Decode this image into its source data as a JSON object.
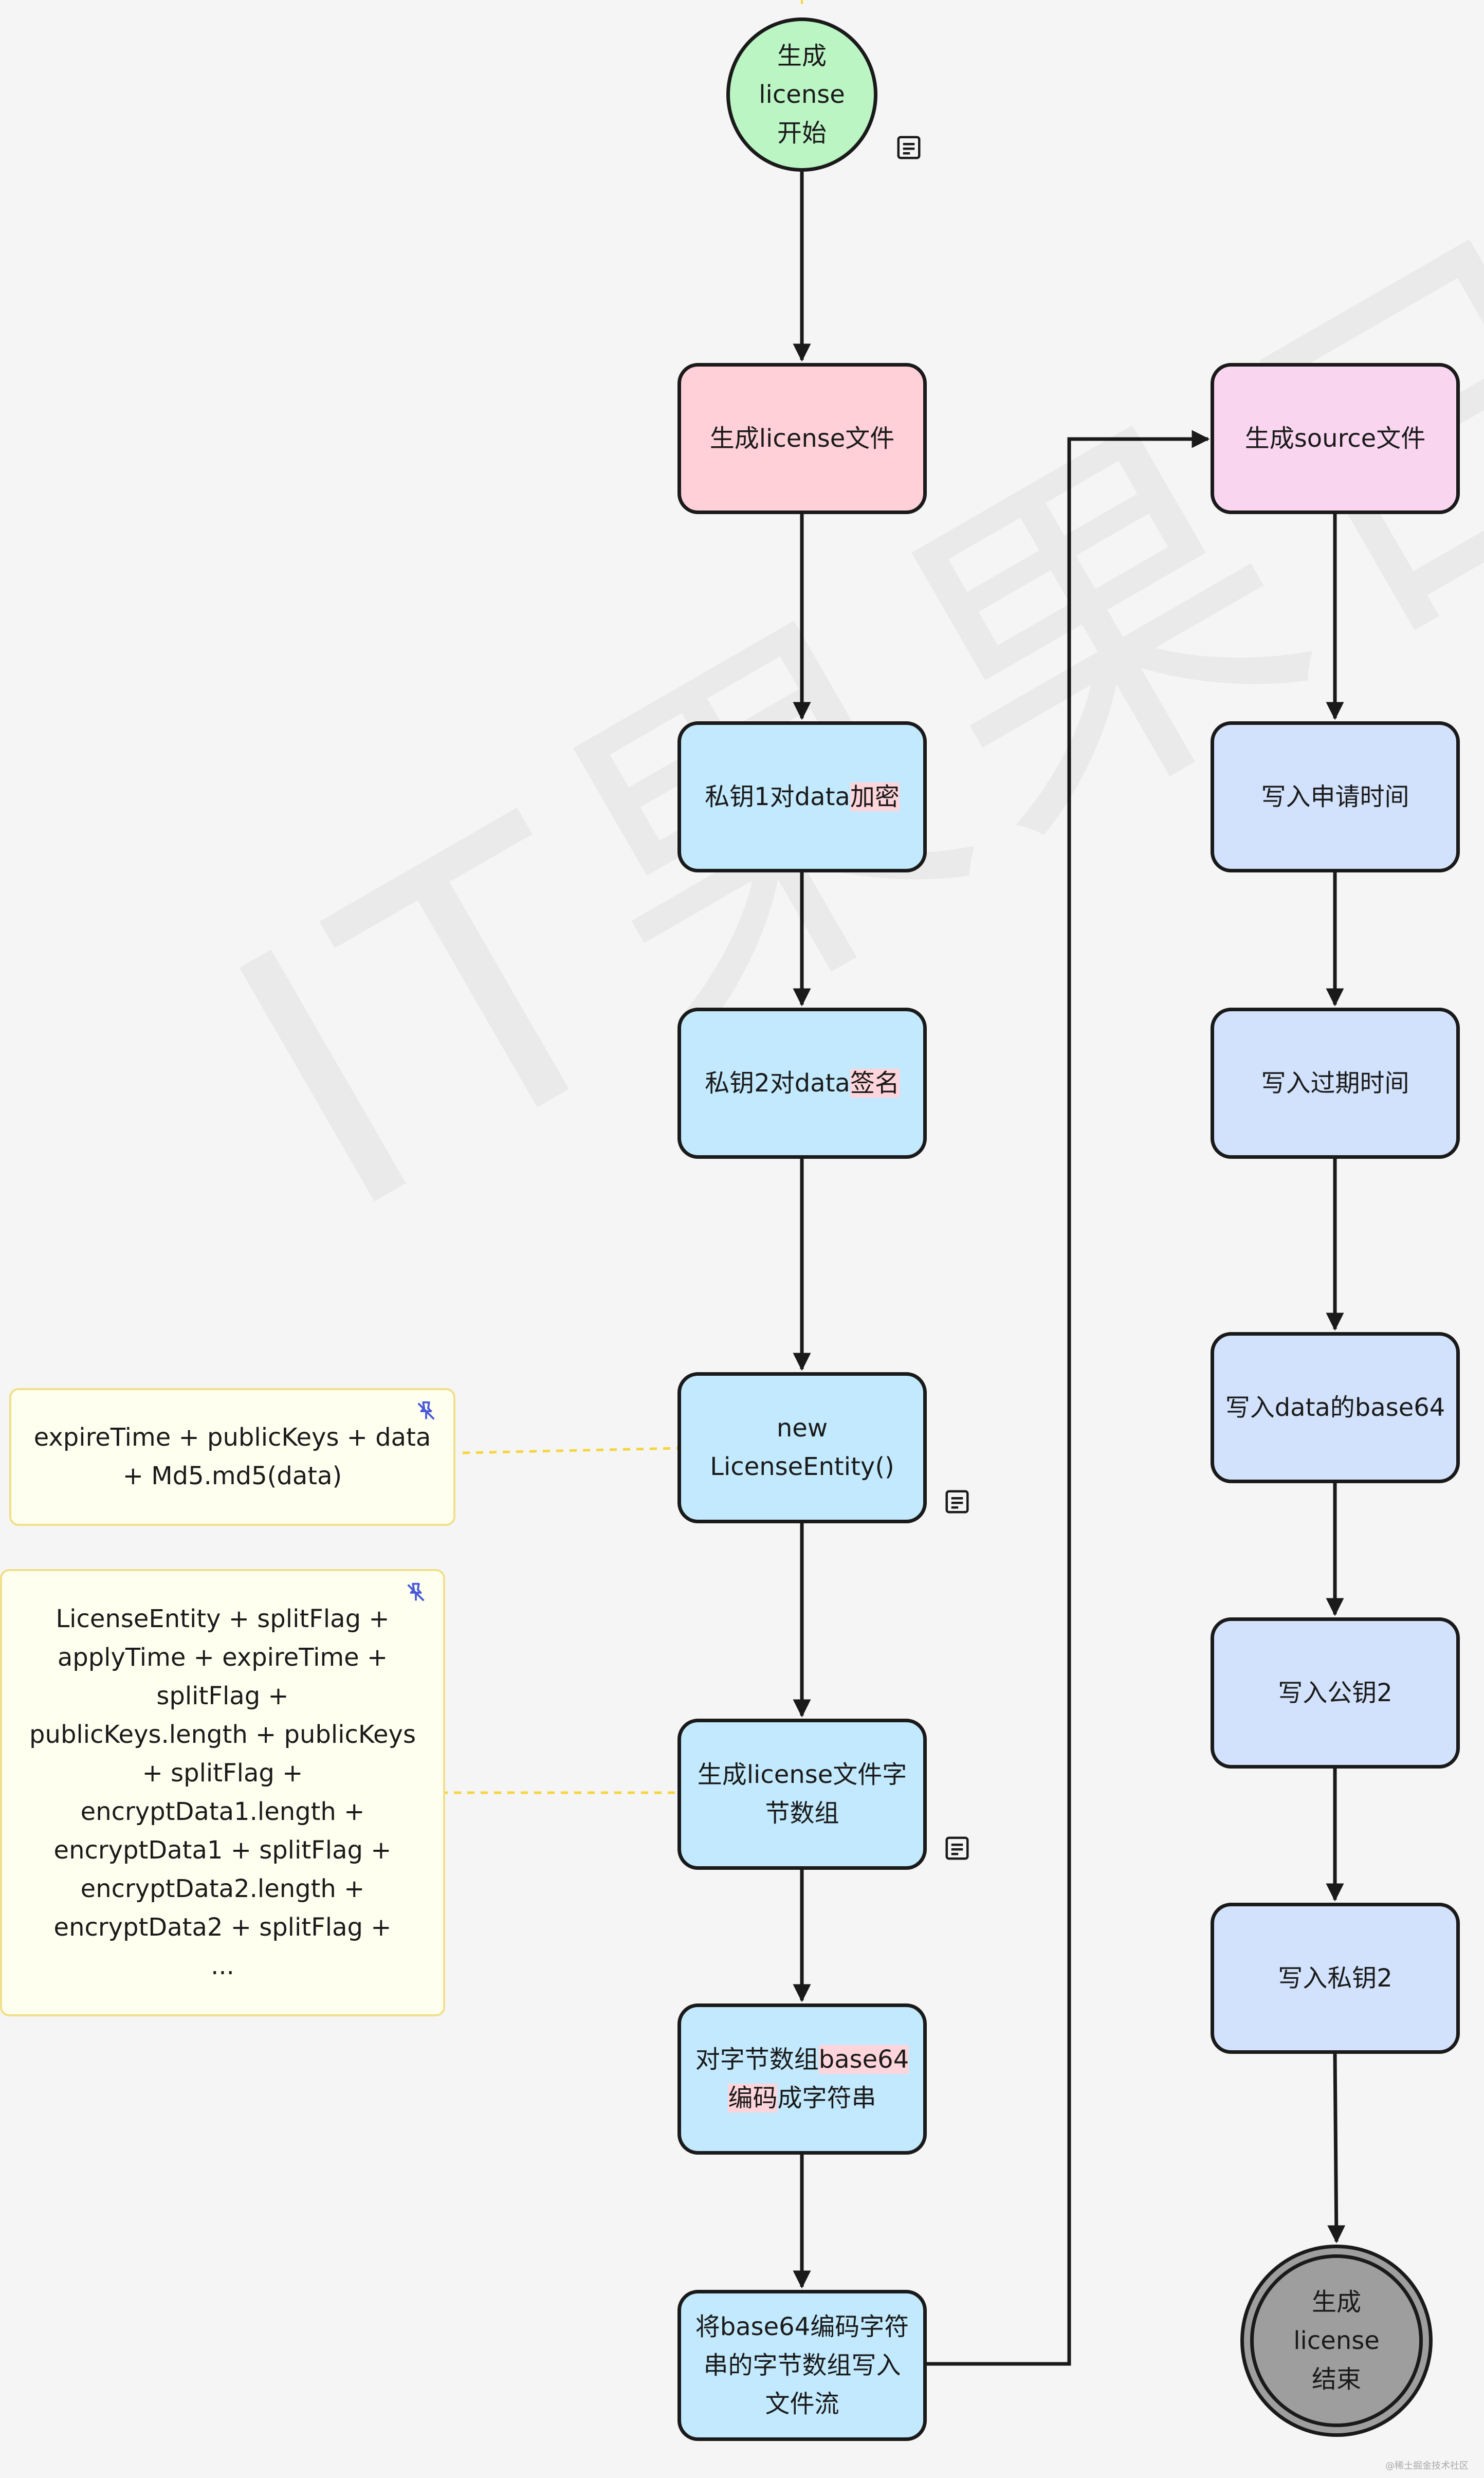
{
  "nodes": {
    "start": "生成\nlicense\n开始",
    "gen_license_file": "生成license文件",
    "encrypt_prefix": "私钥1对data",
    "encrypt_highlight": "加密",
    "sign_prefix": "私钥2对data",
    "sign_highlight": "签名",
    "new_entity": "new\nLicenseEntity()",
    "gen_bytes": "生成license文件字\n节数组",
    "base64_line1_prefix": "对字节数组",
    "base64_line1_highlight": "base64",
    "base64_line2_highlight": "编码",
    "base64_line2_suffix": "成字符串",
    "write_stream": "将base64编码字符\n串的字节数组写入\n文件流",
    "gen_source_file": "生成source文件",
    "write_apply_time": "写入申请时间",
    "write_expire_time": "写入过期时间",
    "write_data_base64": "写入data的base64",
    "write_pubkey2": "写入公钥2",
    "write_privkey2": "写入私钥2",
    "end": "生成\nlicense\n结束"
  },
  "notes": {
    "entity_note": "expireTime + publicKeys + data\n+ Md5.md5(data)",
    "bytes_note": "LicenseEntity + splitFlag +\napplyTime + expireTime +\nsplitFlag +\npublicKeys.length + publicKeys\n+ splitFlag +\nencryptData1.length +\nencryptData1 + splitFlag +\nencryptData2.length +\nencryptData2 + splitFlag +\n..."
  },
  "watermark": "IT果果日记",
  "credit": "@稀土掘金技术社区",
  "colors": {
    "start_fill": "#bbf5c4",
    "license_fill": "#ffd0d8",
    "step_fill": "#c2e9fd",
    "source_fill": "#fad5f0",
    "source_step_fill": "#d2e2fc",
    "end_fill": "#9e9e9e",
    "note_border": "#f0e08a",
    "connector": "#f5d540",
    "highlight": "#ffd5dc"
  },
  "icons": [
    "document-icon",
    "pin-icon",
    "arrow-icon"
  ]
}
